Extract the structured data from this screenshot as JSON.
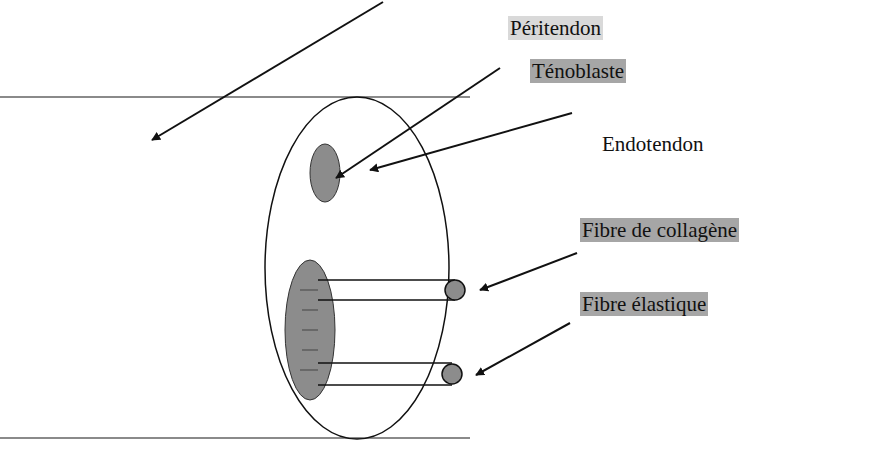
{
  "diagram": {
    "labels": [
      "Péritendon",
      "Ténoblaste",
      "Endotendon",
      "Fibre de collagène",
      "Fibre élastique"
    ]
  }
}
